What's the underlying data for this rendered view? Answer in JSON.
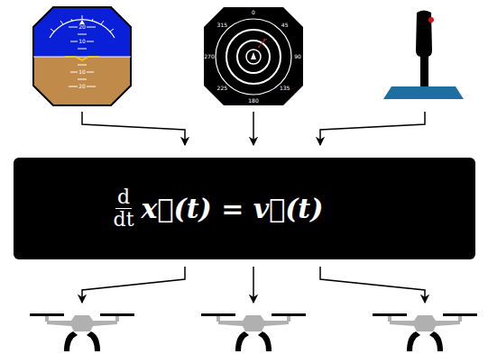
{
  "diagram": {
    "nodes": [
      {
        "text": [
          "d",
          "dt",
          "x⃗(t) = v⃗(t)"
        ]
      }
    ],
    "labels": [
      "20",
      "10",
      "10",
      "20",
      "0",
      "45",
      "90",
      "135",
      "180",
      "225",
      "270",
      "315"
    ]
  }
}
